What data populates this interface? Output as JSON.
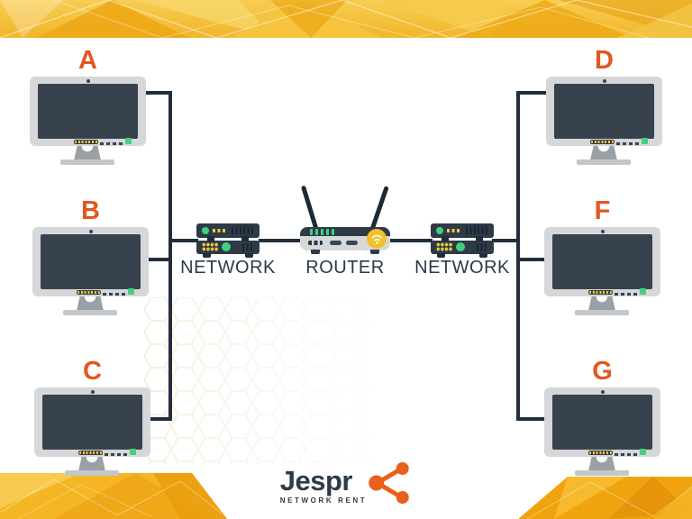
{
  "computers": [
    {
      "label": "A"
    },
    {
      "label": "B"
    },
    {
      "label": "C"
    },
    {
      "label": "D"
    },
    {
      "label": "F"
    },
    {
      "label": "G"
    }
  ],
  "devices": {
    "left_switch": {
      "label": "NETWORK"
    },
    "router": {
      "label": "ROUTER"
    },
    "right_switch": {
      "label": "NETWORK"
    }
  },
  "logo": {
    "brand": "Jespr",
    "tagline": "NETWORK RENT"
  },
  "colors": {
    "label_orange": "#e2571f",
    "cable_navy": "#222e3c",
    "device_navy": "#2e3a48",
    "screen_navy": "#38424f",
    "led_green": "#43d17d",
    "dot_yellow": "#ecc937",
    "banner_yellow": "#f3bc34",
    "corner_orange": "#efa40f",
    "logo_orange": "#e8611c"
  }
}
